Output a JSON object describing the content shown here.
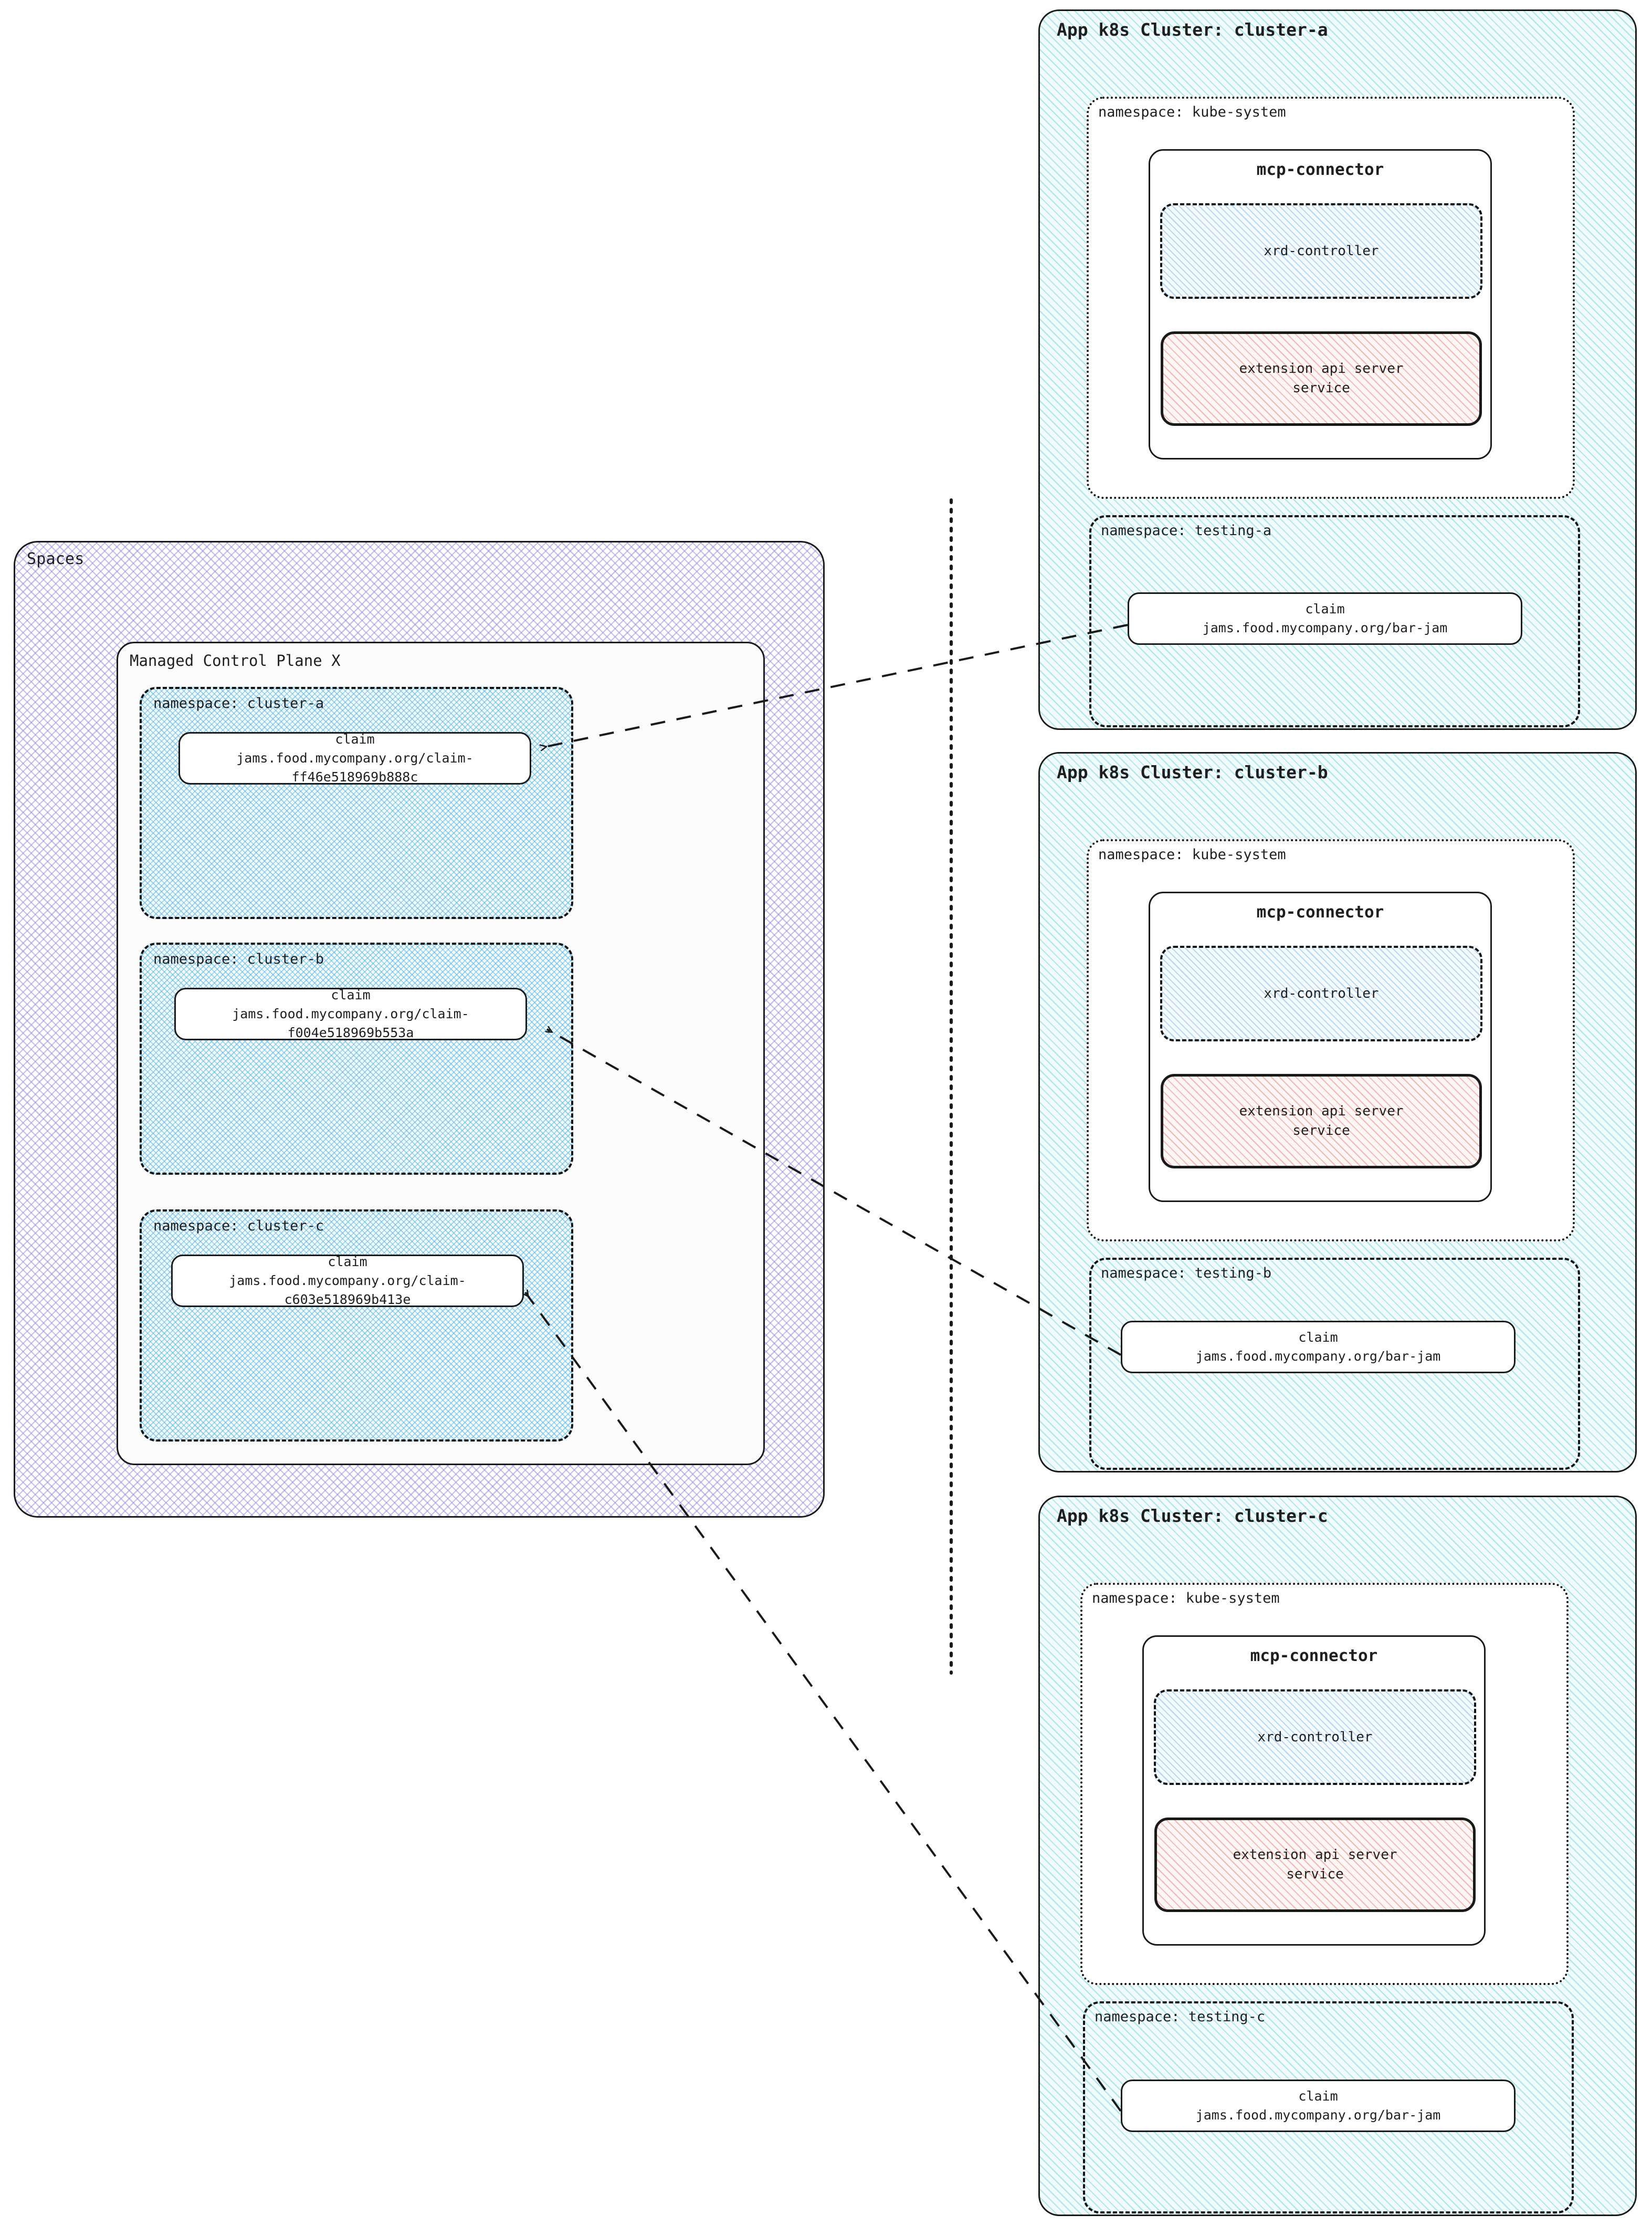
{
  "diagram": {
    "title_visible": false,
    "colors": {
      "spaces_hatch": "#968ce1",
      "cluster_hatch": "#64cdd7",
      "namespace_hatch": "#50afe4",
      "xrd_hatch": "#78b4e6",
      "extension_api_hatch": "#e2786e",
      "stroke": "#1a1a1a"
    }
  },
  "spaces": {
    "label": "Spaces",
    "control_plane": {
      "label": "Managed Control Plane X",
      "namespaces": [
        {
          "label": "namespace: cluster-a",
          "claim": {
            "kind": "claim",
            "ref": "jams.food.mycompany.org/claim-\nff46e518969b888c"
          }
        },
        {
          "label": "namespace: cluster-b",
          "claim": {
            "kind": "claim",
            "ref": "jams.food.mycompany.org/claim-\nf004e518969b553a"
          }
        },
        {
          "label": "namespace: cluster-c",
          "claim": {
            "kind": "claim",
            "ref": "jams.food.mycompany.org/claim-\nc603e518969b413e"
          }
        }
      ]
    }
  },
  "clusters": [
    {
      "label": "App k8s Cluster: cluster-a",
      "kube_system": {
        "label": "namespace: kube-system",
        "connector": {
          "label": "mcp-connector",
          "xrd_controller": {
            "label": "xrd-controller"
          },
          "extension_api": {
            "label": "extension api server\nservice"
          }
        }
      },
      "testing": {
        "label": "namespace: testing-a",
        "claim": {
          "kind": "claim",
          "ref": "jams.food.mycompany.org/bar-jam"
        }
      }
    },
    {
      "label": "App k8s Cluster: cluster-b",
      "kube_system": {
        "label": "namespace: kube-system",
        "connector": {
          "label": "mcp-connector",
          "xrd_controller": {
            "label": "xrd-controller"
          },
          "extension_api": {
            "label": "extension api server\nservice"
          }
        }
      },
      "testing": {
        "label": "namespace: testing-b",
        "claim": {
          "kind": "claim",
          "ref": "jams.food.mycompany.org/bar-jam"
        }
      }
    },
    {
      "label": "App k8s Cluster: cluster-c",
      "kube_system": {
        "label": "namespace: kube-system",
        "connector": {
          "label": "mcp-connector",
          "xrd_controller": {
            "label": "xrd-controller"
          },
          "extension_api": {
            "label": "extension api server\nservice"
          }
        }
      },
      "testing": {
        "label": "namespace: testing-c",
        "claim": {
          "kind": "claim",
          "ref": "jams.food.mycompany.org/bar-jam"
        }
      }
    }
  ],
  "connections": [
    {
      "from": "testing-a claim",
      "to": "cluster-a claim",
      "style": "dashed-arrow"
    },
    {
      "from": "testing-b claim",
      "to": "cluster-b claim",
      "style": "dashed-arrow"
    },
    {
      "from": "testing-c claim",
      "to": "cluster-c claim",
      "style": "dashed-arrow"
    }
  ],
  "divider": {
    "style": "vertical-dotted"
  }
}
